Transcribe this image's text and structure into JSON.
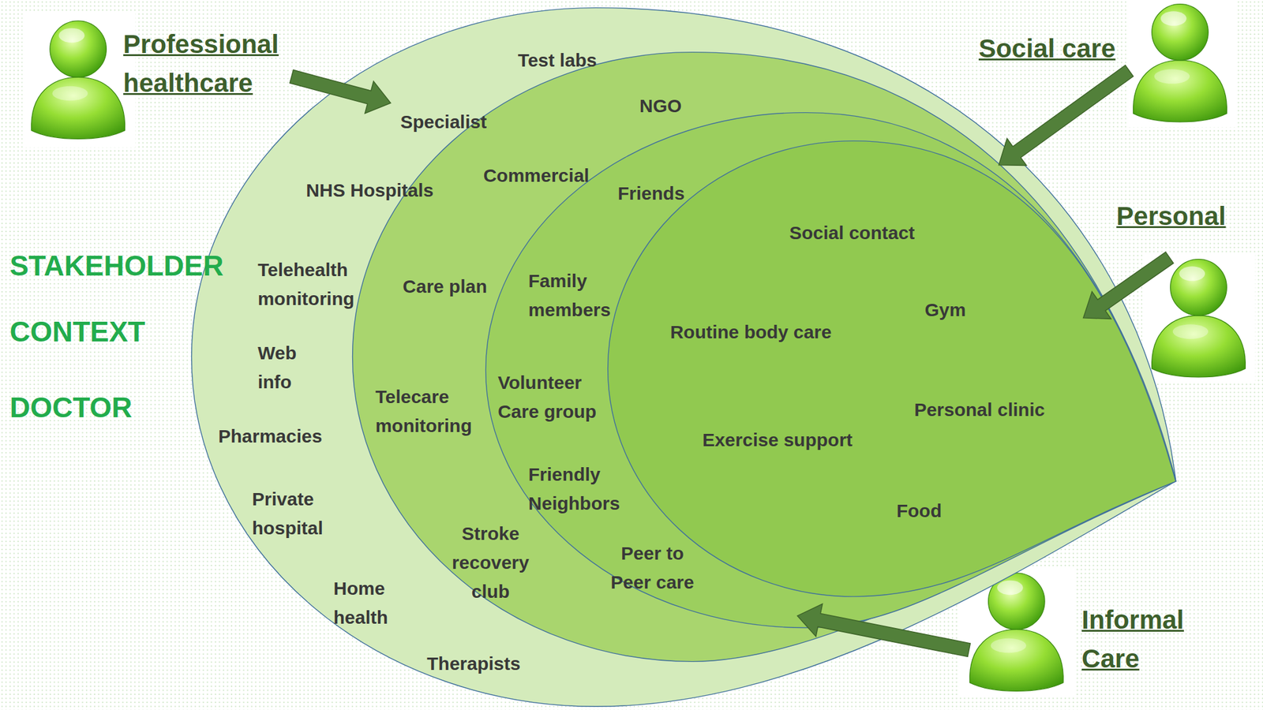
{
  "diagram": {
    "nodes": [
      {
        "text": [
          "Professional healthcare"
        ]
      },
      {
        "text": [
          "Test labs",
          "Specialist",
          "NHS Hospitals",
          "Telehealth monitoring",
          "Web info",
          "Pharmacies",
          "Private hospital",
          "Home health",
          "Therapists"
        ]
      },
      {
        "text": [
          "NGO",
          "Commercial",
          "Care plan",
          "Telecare monitoring",
          "Stroke recovery club"
        ],
        "in": 1
      },
      {
        "text": [
          "Friends",
          "Family members",
          "Volunteer Care group",
          "Friendly Neighbors",
          "Peer to Peer care"
        ],
        "in": 2
      },
      {
        "text": [
          "Social contact",
          "Gym",
          "Routine body care",
          "Personal clinic",
          "Exercise support",
          "Food"
        ],
        "in": 3
      },
      {
        "text": [
          "Social care"
        ]
      },
      {
        "text": [
          "Personal"
        ]
      },
      {
        "text": [
          "Informal Care"
        ]
      }
    ],
    "edges": [
      {
        "from": 0,
        "to": 1,
        "arrow": "to"
      },
      {
        "from": 5,
        "to": 2,
        "arrow": "to"
      },
      {
        "from": 6,
        "to": 4,
        "arrow": "to"
      },
      {
        "from": 7,
        "to": 3,
        "arrow": "to"
      }
    ],
    "labels": [
      "STAKEHOLDER",
      "CONTEXT",
      "DOCTOR"
    ]
  }
}
